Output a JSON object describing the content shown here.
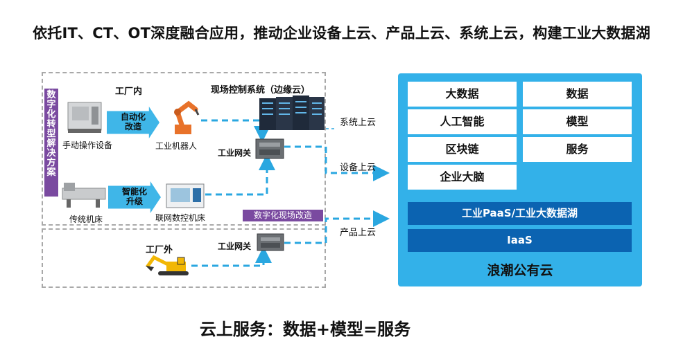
{
  "title": "依托IT、CT、OT深度融合应用，推动企业设备上云、产品上云、系统上云，构建工业大数据湖",
  "side_label": [
    "数",
    "字",
    "化",
    "转",
    "型",
    "解",
    "决",
    "方",
    "案"
  ],
  "factory_inside": "工厂内",
  "factory_outside": "工厂外",
  "edge_system": "现场控制系统（边缘云）",
  "devices": {
    "manual": "手动操作设备",
    "robot": "工业机器人",
    "lathe": "传统机床",
    "cnc": "联网数控机床",
    "gateway1": "工业网关",
    "gateway2": "工业网关"
  },
  "arrows": {
    "automation": [
      "自动化",
      "改造"
    ],
    "intelligent": [
      "智能化",
      "升级"
    ]
  },
  "field_tag": "数字化现场改造",
  "cloud_links": {
    "system": "系统上云",
    "equipment": "设备上云",
    "product": "产品上云"
  },
  "cloud": {
    "cells": [
      {
        "label": "大数据"
      },
      {
        "label": "数据"
      },
      {
        "label": "人工智能"
      },
      {
        "label": "模型"
      },
      {
        "label": "区块链"
      },
      {
        "label": "服务"
      },
      {
        "label": "企业大脑"
      }
    ],
    "paas": "工业PaaS/工业大数据湖",
    "iaas": "IaaS",
    "name": "浪潮公有云"
  },
  "footer": "云上服务：数据+模型=服务",
  "colors": {
    "purple": "#7a4aa0",
    "cyan": "#33b1e9",
    "navy": "#0b63b1",
    "dash": "#2aa7e0"
  }
}
